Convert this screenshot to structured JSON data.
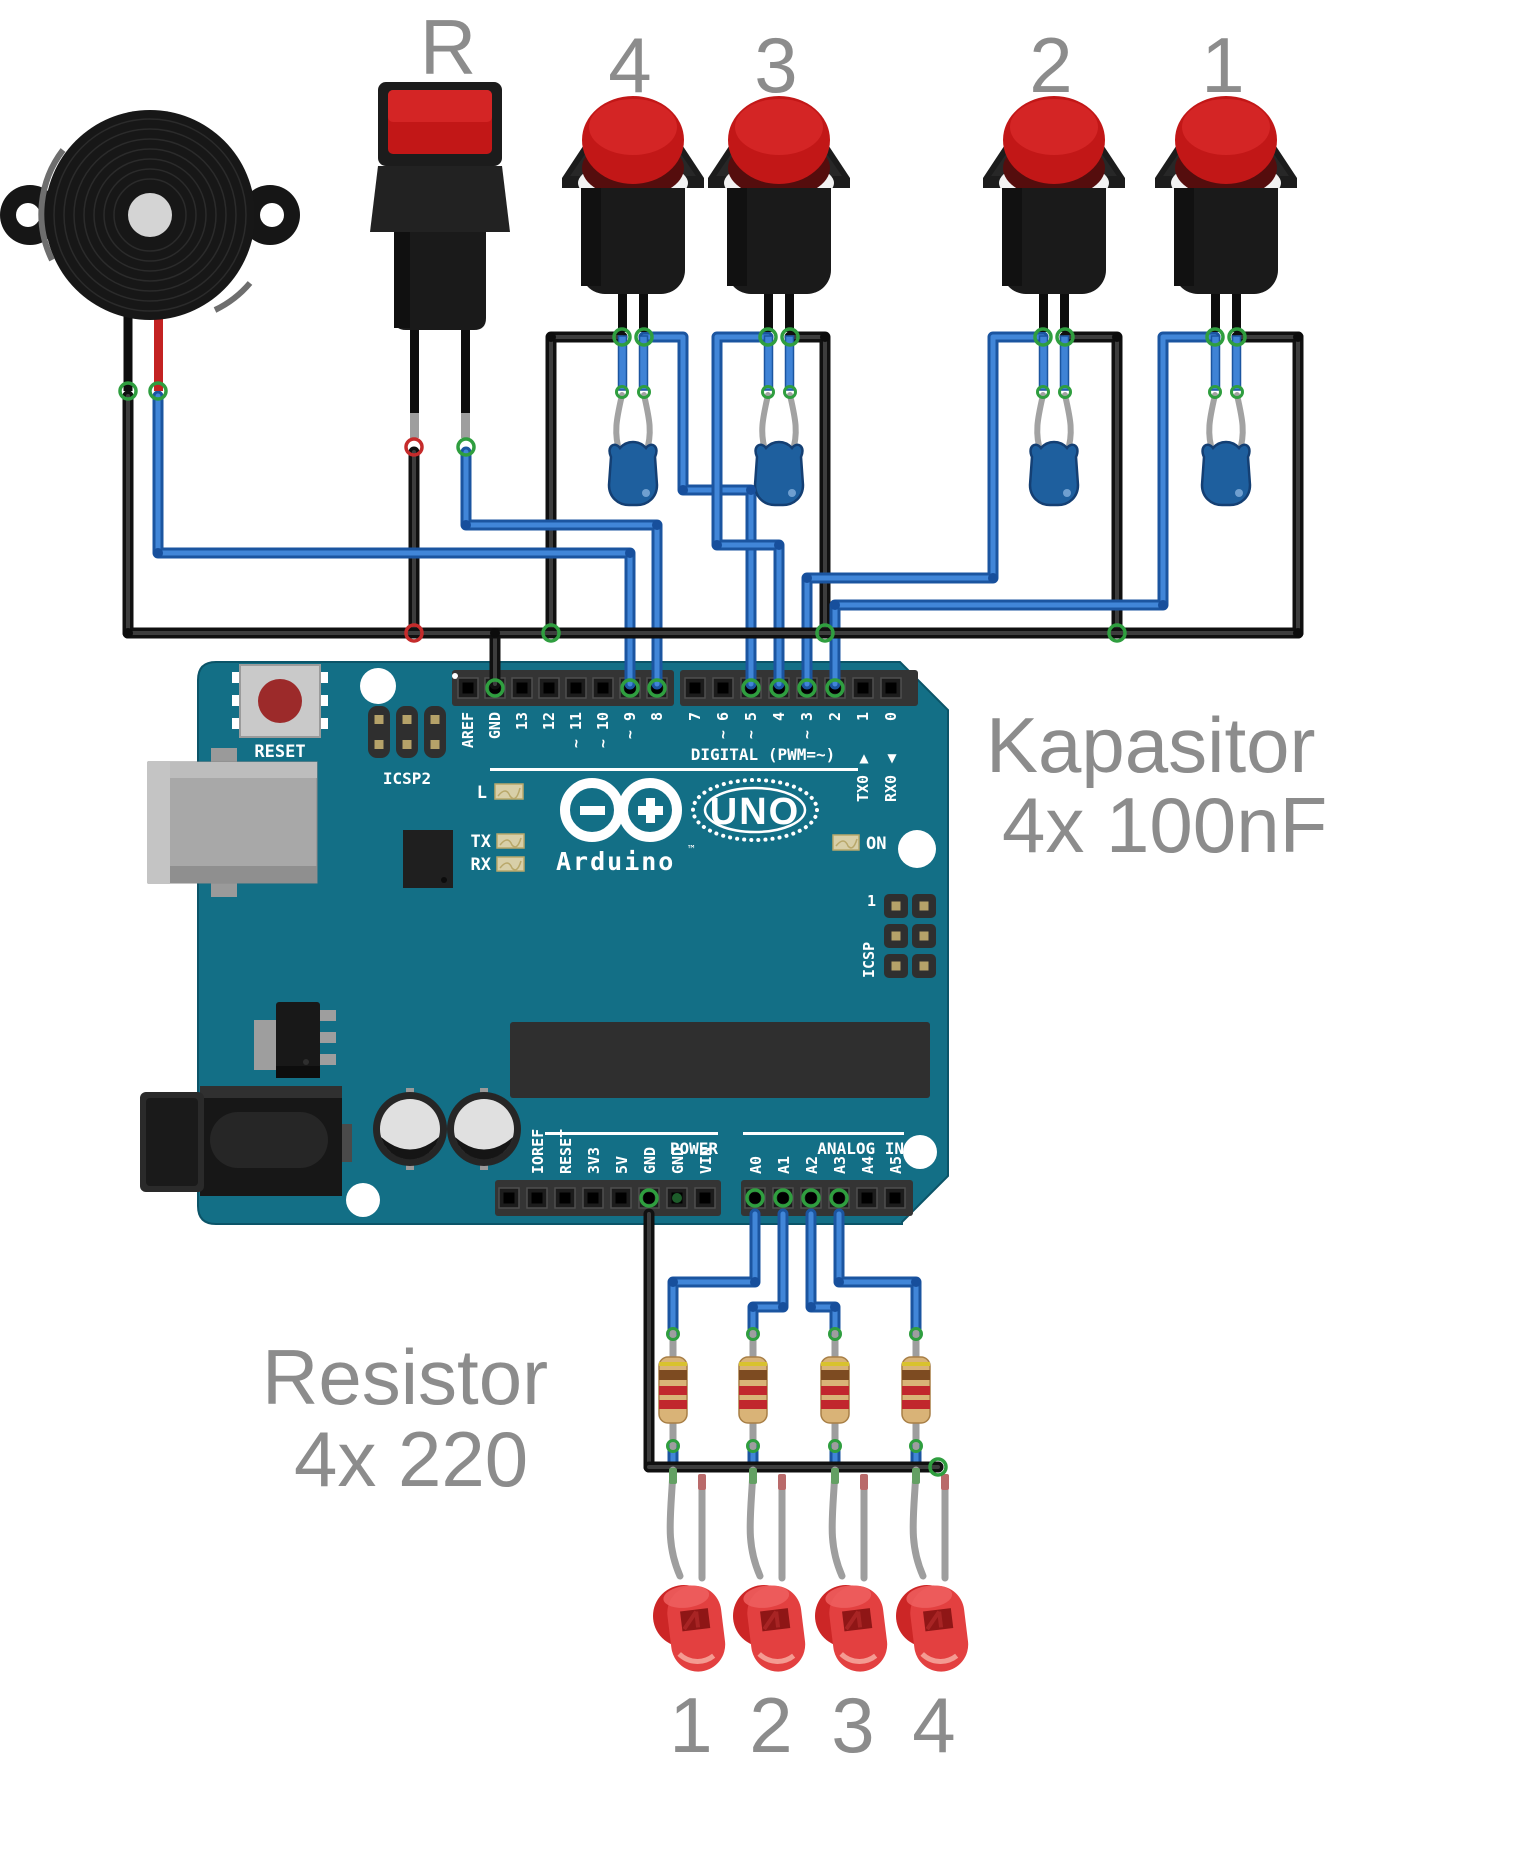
{
  "labels": {
    "r": "R",
    "buttons": [
      "4",
      "3",
      "2",
      "1"
    ],
    "leds": [
      "1",
      "2",
      "3",
      "4"
    ],
    "kapasitor": [
      "Kapasitor",
      "4x 100nF"
    ],
    "resistor": [
      "Resistor",
      "4x 220"
    ]
  },
  "board": {
    "reset": "RESET",
    "icsp2": "ICSP2",
    "icsp": "ICSP",
    "icsp_pin": "1",
    "digital_caption": "DIGITAL (PWM=~)",
    "brand": "Arduino",
    "tm": "™",
    "model": "UNO",
    "on": "ON",
    "led_l": "L",
    "led_tx": "TX",
    "led_rx": "RX",
    "tx": "TX0",
    "rx": "RX0",
    "tx_tri": "▲",
    "rx_tri": "▼",
    "power_caption": "POWER",
    "analog_caption": "ANALOG IN",
    "pins_a": [
      "AREF",
      "GND",
      "13",
      "12",
      "~ 11",
      "~ 10",
      "~ 9",
      "8"
    ],
    "pins_b": [
      "7",
      "~ 6",
      "~ 5",
      "4",
      "~ 3",
      "2",
      "1",
      "0"
    ],
    "power_pins": [
      "IOREF",
      "RESET",
      "3V3",
      "5V",
      "GND",
      "GND",
      "VIN"
    ],
    "analog_pins": [
      "A0",
      "A1",
      "A2",
      "A3",
      "A4",
      "A5"
    ]
  },
  "colors": {
    "board_teal": "#136f86",
    "wire_blue": "#4186d8",
    "wire_black": "#101010",
    "button_red": "#c21717",
    "led_red": "#e34040",
    "resistor_body": "#d9b377",
    "capacitor_blue": "#1e5f9e",
    "annotation_gray": "#8c8c8c",
    "junction_green": "#2f9e3f",
    "junction_red": "#c52b2b"
  },
  "connections": {
    "buzzer": [
      "GND",
      "9"
    ],
    "button_r": [
      "GND",
      "8"
    ],
    "button_4": [
      "GND",
      "5"
    ],
    "button_3": [
      "GND",
      "4"
    ],
    "button_2": [
      "GND",
      "3"
    ],
    "button_1": [
      "GND",
      "2"
    ],
    "leds_to": [
      "A0",
      "A1",
      "A2",
      "A3"
    ]
  }
}
